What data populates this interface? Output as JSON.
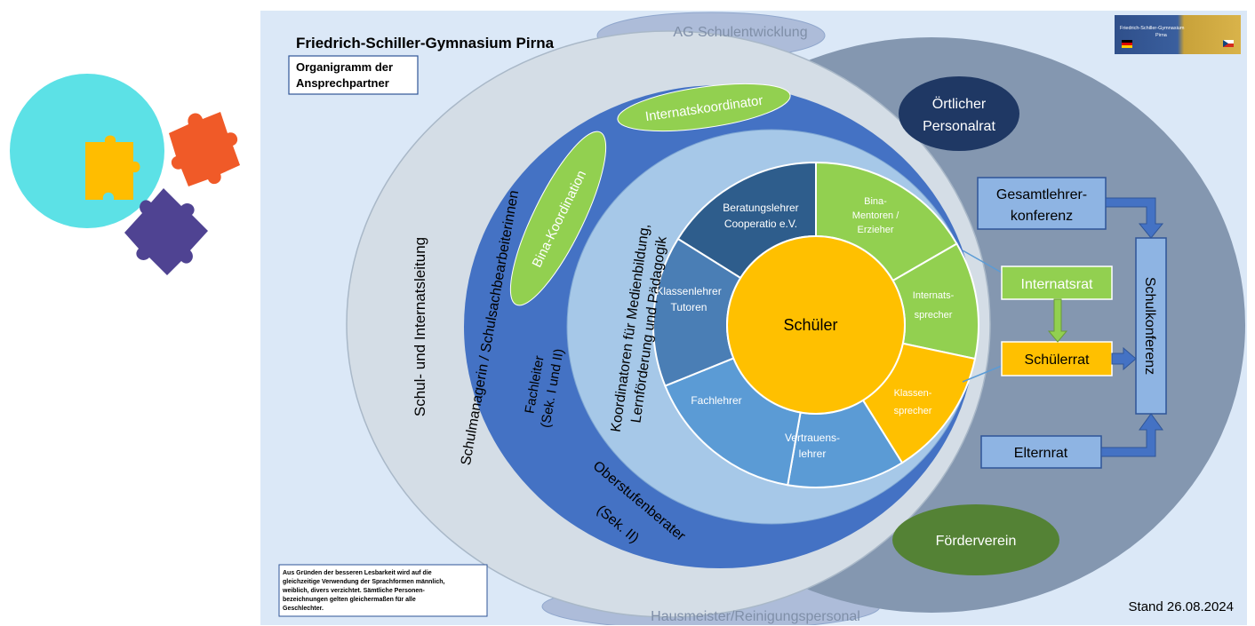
{
  "header": {
    "school_name": "Friedrich-Schiller-Gymnasium Pirna",
    "subtitle_line1": "Organigramm der",
    "subtitle_line2": "Ansprechpartner",
    "logo_text_1": "Friedrich-Schiller-Gymnasium",
    "logo_text_2": "Pirna"
  },
  "outer": {
    "ag": "AG Schulentwicklung",
    "hausmeister": "Hausmeister/Reinigungspersonal",
    "schulleitung": "Schul- und Internatsleitung",
    "schulmanagerin": "Schulmanagerin / Schulsachbearbeiterinnen"
  },
  "blue_ring": {
    "internatskoordinator": "Internatskoordinator",
    "bina_koordination": "Bina-Koordination",
    "fachleiter_1": "Fachleiter",
    "fachleiter_2": "(Sek. I und II)",
    "oberstufen_1": "Oberstufenberater",
    "oberstufen_2": "(Sek. II)"
  },
  "light_ring": {
    "koordinatoren_1": "Koordinatoren für Medienbildung,",
    "koordinatoren_2": "Lernförderung und Pädagogik"
  },
  "segments": [
    {
      "line1": "Beratungslehrer",
      "line2": "Cooperatio e.V.",
      "line3": "",
      "color": "#2e5d8c"
    },
    {
      "line1": "Bina-",
      "line2": "Mentoren /",
      "line3": "Erzieher",
      "color": "#92d050"
    },
    {
      "line1": "Internats-",
      "line2": "sprecher",
      "line3": "",
      "color": "#92d050"
    },
    {
      "line1": "Klassen-",
      "line2": "sprecher",
      "line3": "",
      "color": "#ffc000"
    },
    {
      "line1": "Vertrauens-",
      "line2": "lehrer",
      "line3": "",
      "color": "#5b9bd5"
    },
    {
      "line1": "Fachlehrer",
      "line2": "",
      "line3": "",
      "color": "#5b9bd5"
    },
    {
      "line1": "Klassenlehrer",
      "line2": "Tutoren",
      "line3": "",
      "color": "#4a7eb5"
    }
  ],
  "center": {
    "label": "Schüler",
    "color": "#ffc000"
  },
  "right": {
    "personalrat_1": "Örtlicher",
    "personalrat_2": "Personalrat",
    "gesamtlehrer_1": "Gesamtlehrer-",
    "gesamtlehrer_2": "konferenz",
    "internatsrat": "Internatsrat",
    "schuelerrat": "Schülerrat",
    "elternrat": "Elternrat",
    "schulkonferenz": "Schulkonferenz",
    "foerderverein": "Förderverein"
  },
  "footer": {
    "disclaimer_1": "Aus Gründen der besseren Lesbarkeit wird auf die",
    "disclaimer_2": "gleichzeitige Verwendung der Sprachformen männlich,",
    "disclaimer_3": "weiblich, divers verzichtet. Sämtliche Personen-",
    "disclaimer_4": "bezeichnungen gelten gleichermaßen für alle",
    "disclaimer_5": "Geschlechter.",
    "stand": "Stand 26.08.2024"
  },
  "colors": {
    "panel_bg": "#dbe8f7",
    "outer_circle": "#d4dde6",
    "right_oval": "#8497b0",
    "blue_ring": "#4472c4",
    "light_ring": "#a6c8e8",
    "green": "#92d050",
    "dark_navy": "#1f3864",
    "foerderverein": "#548235"
  }
}
